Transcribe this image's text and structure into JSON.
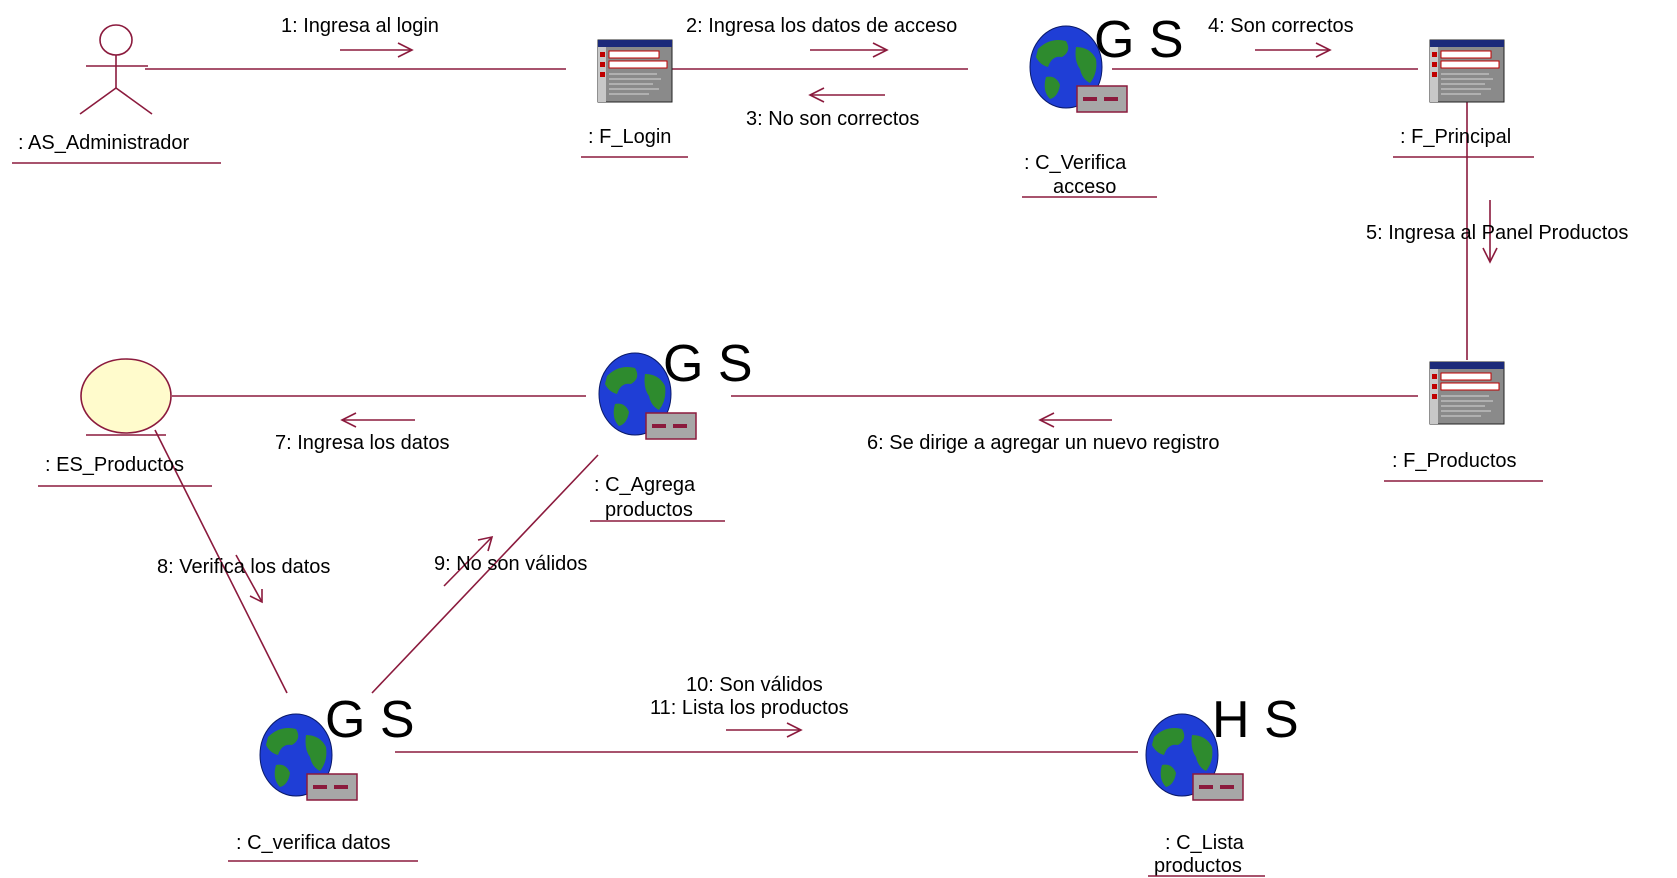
{
  "diagram": {
    "actors": {
      "administrador": ": AS_Administrador"
    },
    "forms": {
      "login": ": F_Login",
      "principal": ": F_Principal",
      "productos": ": F_Productos"
    },
    "controls": {
      "verifica_acceso": {
        "line1": ": C_Verifica",
        "line2": "acceso",
        "stereotype": "G S"
      },
      "agrega_productos": {
        "line1": ": C_Agrega",
        "line2": "productos",
        "stereotype": "G S"
      },
      "verifica_datos": {
        "line1": ": C_verifica datos",
        "stereotype": "G S"
      },
      "lista_productos": {
        "line1": ": C_Lista",
        "line2": "productos",
        "stereotype": "H S"
      }
    },
    "entities": {
      "productos": ": ES_Productos"
    },
    "messages": {
      "m1": "1: Ingresa al login",
      "m2": "2: Ingresa los datos de acceso",
      "m3": "3: No son correctos",
      "m4": "4: Son correctos",
      "m5": "5: Ingresa al Panel Productos",
      "m6": "6: Se dirige a agregar un nuevo registro",
      "m7": "7: Ingresa los datos",
      "m8": "8: Verifica los datos",
      "m9": "9: No son válidos",
      "m10": "10: Son válidos",
      "m11": "11: Lista los productos"
    }
  }
}
